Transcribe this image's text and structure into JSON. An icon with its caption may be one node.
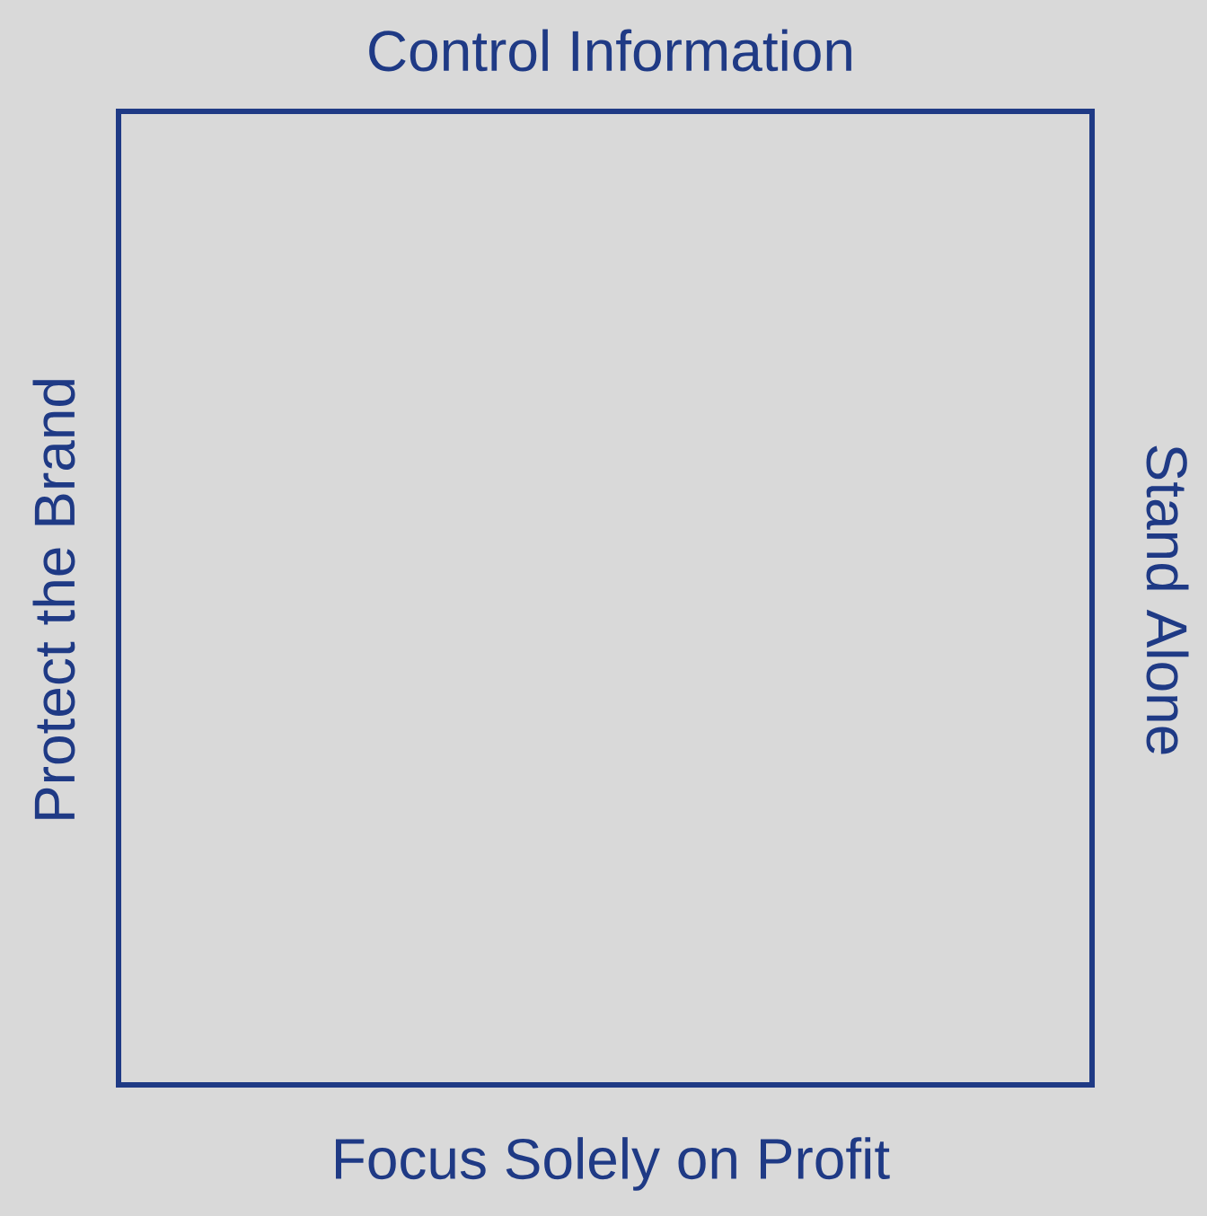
{
  "diagram": {
    "labels": [
      "Control Information",
      "Protect the Brand",
      "Stand Alone",
      "Focus Solely on Profit"
    ]
  }
}
